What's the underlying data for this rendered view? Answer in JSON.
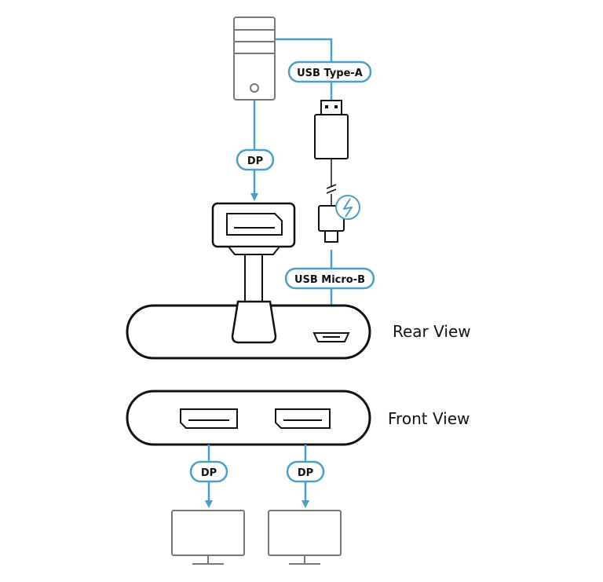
{
  "colors": {
    "accent": "#4a9fc4",
    "outline": "#111111",
    "device_gray": "#777777"
  },
  "labels": {
    "usb_type_a": "USB Type-A",
    "usb_micro_b": "USB Micro-B",
    "dp_source": "DP",
    "dp_output_left": "DP",
    "dp_output_right": "DP"
  },
  "views": {
    "rear": "Rear View",
    "front": "Front View"
  },
  "icons": [
    "computer-tower-icon",
    "usb-type-a-plug-icon",
    "usb-micro-b-plug-icon",
    "power-bolt-icon",
    "displayport-plug-icon",
    "usb-micro-b-port-icon",
    "displayport-port-icon",
    "monitor-icon"
  ]
}
